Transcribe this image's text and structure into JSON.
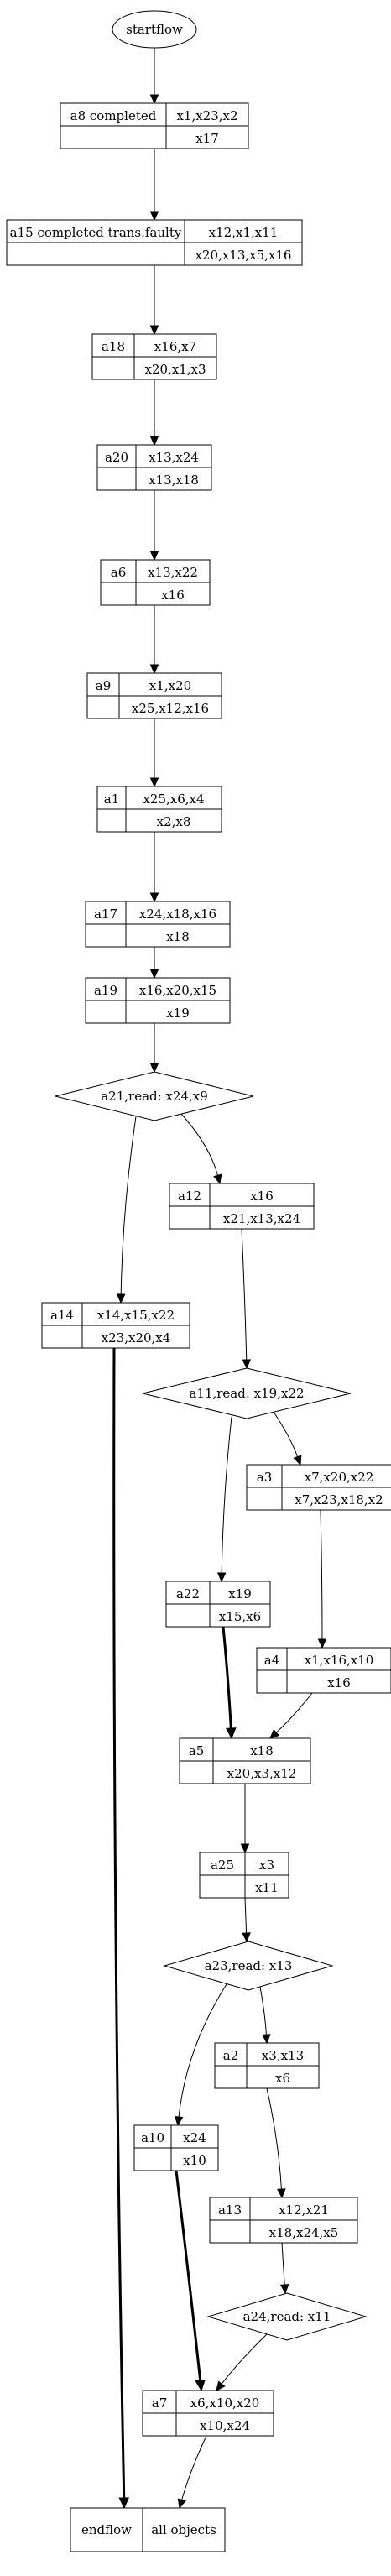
{
  "diagram": {
    "start": {
      "label": "startflow"
    },
    "activities": [
      {
        "id": "a8",
        "name": "a8 completed",
        "inputs": "x1,x23,x2",
        "outputs": "x17"
      },
      {
        "id": "a15",
        "name": "a15  completed trans.faulty",
        "inputs": "x12,x1,x11",
        "outputs": "x20,x13,x5,x16"
      },
      {
        "id": "a18",
        "name": "a18",
        "inputs": "x16,x7",
        "outputs": "x20,x1,x3"
      },
      {
        "id": "a20",
        "name": "a20",
        "inputs": "x13,x24",
        "outputs": "x13,x18"
      },
      {
        "id": "a6",
        "name": "a6",
        "inputs": "x13,x22",
        "outputs": "x16"
      },
      {
        "id": "a9",
        "name": "a9",
        "inputs": "x1,x20",
        "outputs": "x25,x12,x16"
      },
      {
        "id": "a1",
        "name": "a1",
        "inputs": "x25,x6,x4",
        "outputs": "x2,x8"
      },
      {
        "id": "a17",
        "name": "a17",
        "inputs": "x24,x18,x16",
        "outputs": "x18"
      },
      {
        "id": "a19",
        "name": "a19",
        "inputs": "x16,x20,x15",
        "outputs": "x19"
      },
      {
        "id": "a12",
        "name": "a12",
        "inputs": "x16",
        "outputs": "x21,x13,x24"
      },
      {
        "id": "a14",
        "name": "a14",
        "inputs": "x14,x15,x22",
        "outputs": "x23,x20,x4"
      },
      {
        "id": "a3",
        "name": "a3",
        "inputs": "x7,x20,x22",
        "outputs": "x7,x23,x18,x2"
      },
      {
        "id": "a22",
        "name": "a22",
        "inputs": "x19",
        "outputs": "x15,x6"
      },
      {
        "id": "a4",
        "name": "a4",
        "inputs": "x1,x16,x10",
        "outputs": "x16"
      },
      {
        "id": "a5",
        "name": "a5",
        "inputs": "x18",
        "outputs": "x20,x3,x12"
      },
      {
        "id": "a25",
        "name": "a25",
        "inputs": "x3",
        "outputs": "x11"
      },
      {
        "id": "a2",
        "name": "a2",
        "inputs": "x3,x13",
        "outputs": "x6"
      },
      {
        "id": "a10",
        "name": "a10",
        "inputs": "x24",
        "outputs": "x10"
      },
      {
        "id": "a13",
        "name": "a13",
        "inputs": "x12,x21",
        "outputs": "x18,x24,x5"
      },
      {
        "id": "a7",
        "name": "a7",
        "inputs": "x6,x10,x20",
        "outputs": "x10,x24"
      }
    ],
    "decisions": [
      {
        "id": "a21",
        "label": "a21,read: x24,x9"
      },
      {
        "id": "a11",
        "label": "a11,read: x19,x22"
      },
      {
        "id": "a23",
        "label": "a23,read: x13"
      },
      {
        "id": "a24",
        "label": "a24,read: x11"
      }
    ],
    "end": {
      "name": "endflow",
      "objects": "all objects"
    },
    "edges": [
      {
        "from": "start",
        "to": "a8",
        "bold": false
      },
      {
        "from": "a8",
        "to": "a15",
        "bold": false
      },
      {
        "from": "a15",
        "to": "a18",
        "bold": false
      },
      {
        "from": "a18",
        "to": "a20",
        "bold": false
      },
      {
        "from": "a20",
        "to": "a6",
        "bold": false
      },
      {
        "from": "a6",
        "to": "a9",
        "bold": false
      },
      {
        "from": "a9",
        "to": "a1",
        "bold": false
      },
      {
        "from": "a1",
        "to": "a17",
        "bold": false
      },
      {
        "from": "a17",
        "to": "a19",
        "bold": false
      },
      {
        "from": "a19",
        "to": "a21",
        "bold": false
      },
      {
        "from": "a21",
        "to": "a12",
        "bold": false
      },
      {
        "from": "a21",
        "to": "a14",
        "bold": false
      },
      {
        "from": "a12",
        "to": "a11",
        "bold": false
      },
      {
        "from": "a11",
        "to": "a3",
        "bold": false
      },
      {
        "from": "a11",
        "to": "a22",
        "bold": false
      },
      {
        "from": "a3",
        "to": "a4",
        "bold": false
      },
      {
        "from": "a22",
        "to": "a5",
        "bold": true
      },
      {
        "from": "a4",
        "to": "a5",
        "bold": false
      },
      {
        "from": "a5",
        "to": "a25",
        "bold": false
      },
      {
        "from": "a25",
        "to": "a23",
        "bold": false
      },
      {
        "from": "a23",
        "to": "a2",
        "bold": false
      },
      {
        "from": "a23",
        "to": "a10",
        "bold": false
      },
      {
        "from": "a2",
        "to": "a13",
        "bold": false
      },
      {
        "from": "a13",
        "to": "a24",
        "bold": false
      },
      {
        "from": "a24",
        "to": "a7",
        "bold": false
      },
      {
        "from": "a10",
        "to": "a7",
        "bold": true
      },
      {
        "from": "a7",
        "to": "end",
        "bold": false
      },
      {
        "from": "a14",
        "to": "end",
        "bold": true
      }
    ]
  }
}
